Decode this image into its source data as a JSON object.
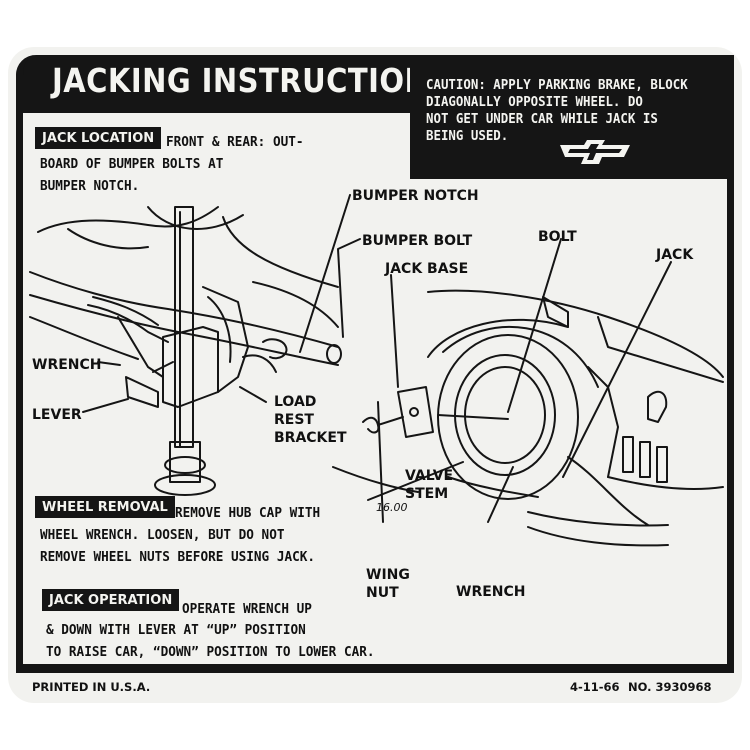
{
  "title": "JACKING INSTRUCTIONS",
  "caution": "CAUTION: APPLY PARKING BRAKE, BLOCK\nDIAGONALLY OPPOSITE WHEEL. DO\nNOT GET UNDER CAR WHILE JACK IS\nBEING USED.",
  "sections": {
    "jack_location": {
      "tag": "JACK LOCATION",
      "first_line": "FRONT & REAR: OUT-",
      "rest": "BOARD OF BUMPER BOLTS AT\nBUMPER NOTCH."
    },
    "wheel_removal": {
      "tag": "WHEEL REMOVAL",
      "first_line": "REMOVE HUB CAP WITH",
      "rest": "WHEEL WRENCH. LOOSEN, BUT DO NOT\nREMOVE WHEEL NUTS BEFORE USING JACK."
    },
    "jack_operation": {
      "tag": "JACK OPERATION",
      "first_line": "OPERATE WRENCH UP",
      "rest": "& DOWN WITH LEVER AT “UP” POSITION\nTO RAISE CAR, “DOWN” POSITION TO LOWER CAR."
    }
  },
  "labels": {
    "bumper_notch": "BUMPER NOTCH",
    "bumper_bolt": "BUMPER BOLT",
    "jack_base": "JACK BASE",
    "bolt": "BOLT",
    "jack": "JACK",
    "wrench_left": "WRENCH",
    "lever": "LEVER",
    "load_rest_bracket": "LOAD\nREST\nBRACKET",
    "valve_stem": "VALVE\nSTEM",
    "tire_size": "16.00",
    "wing_nut": "WING\nNUT",
    "wrench_right": "WRENCH"
  },
  "footer": {
    "printed": "PRINTED IN U.S.A.",
    "date": "4-11-66",
    "part_no": "NO. 3930968"
  }
}
